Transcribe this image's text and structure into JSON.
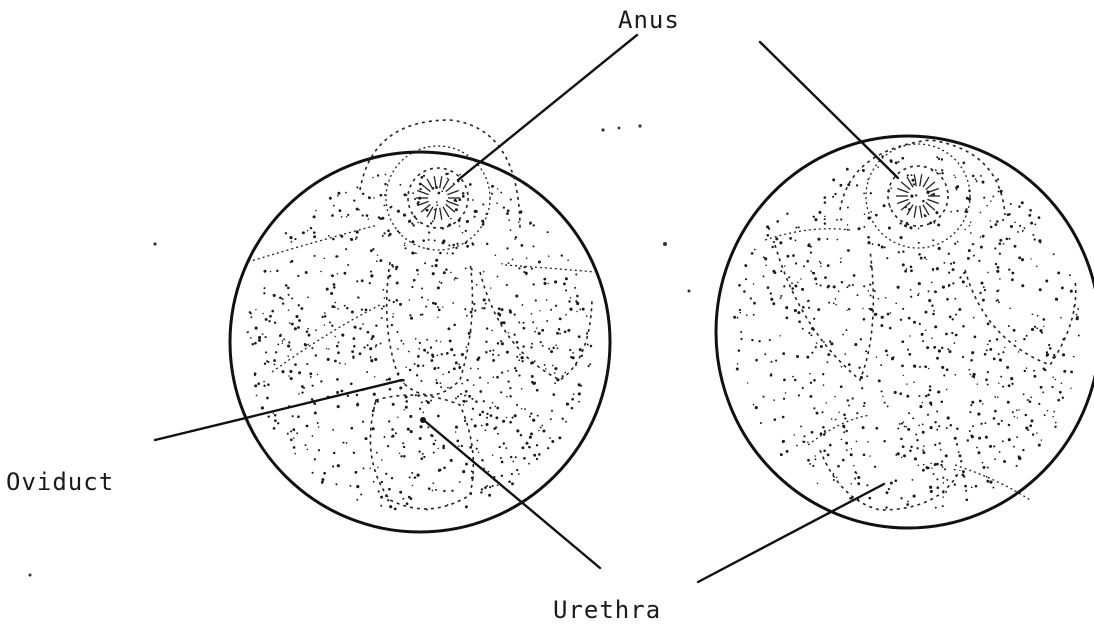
{
  "labels": {
    "anus": "Anus",
    "oviduct": "Oviduct",
    "urethra": "Urethra"
  }
}
